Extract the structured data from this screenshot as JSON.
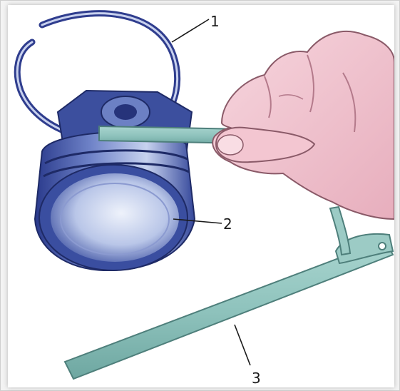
{
  "figure": {
    "callouts": [
      {
        "id": "1",
        "label": "1"
      },
      {
        "id": "2",
        "label": "2"
      },
      {
        "id": "3",
        "label": "3"
      }
    ]
  },
  "colors": {
    "ring": "#2f3d8e",
    "piston_dark": "#2a3a8c",
    "piston_light": "#dce3f4",
    "feeler_gauge": "#8fc3bd",
    "feeler_gauge_edge": "#5e8f8b",
    "hand": "#f4c8d2",
    "hand_shadow": "#d69aaa",
    "background": "#ffffff"
  }
}
